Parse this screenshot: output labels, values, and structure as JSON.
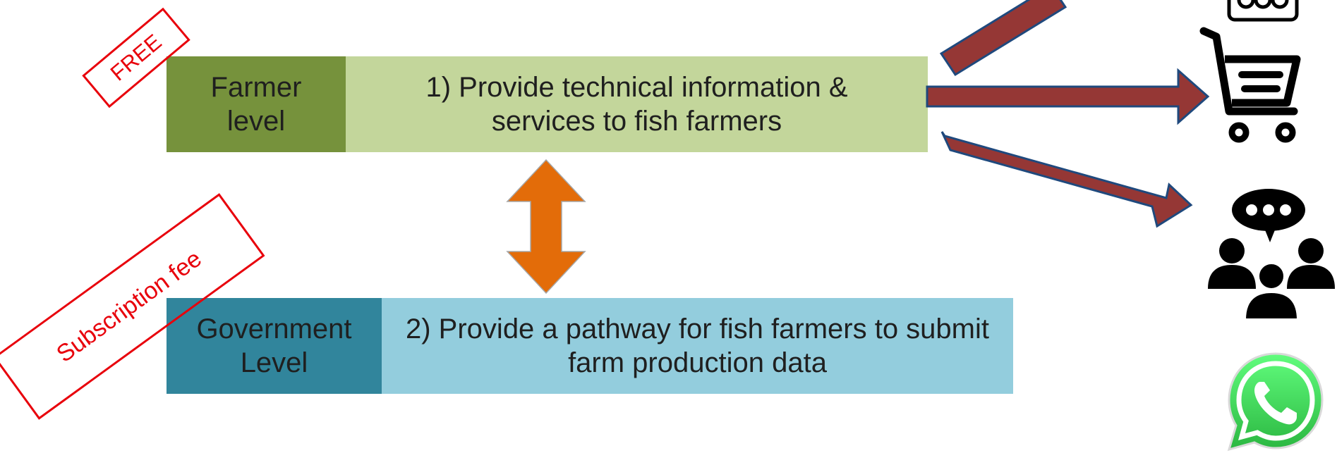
{
  "farmer": {
    "level_label": "Farmer level",
    "description": "1) Provide technical information & services to fish farmers",
    "level_color": "#76923c",
    "description_color": "#c3d69b"
  },
  "government": {
    "level_label": "Government Level",
    "description": "2) Provide a pathway for fish farmers to submit farm production data",
    "level_color": "#31859c",
    "description_color": "#93cddd"
  },
  "stamps": {
    "free": "FREE",
    "subscription": "Subscription fee",
    "color": "#e8000b"
  },
  "arrows": {
    "double_arrow_color": "#e36c09",
    "pointer_fill": "#953735",
    "pointer_stroke": "#1f497d"
  },
  "icons": [
    {
      "name": "price-tag-icon"
    },
    {
      "name": "shopping-cart-icon"
    },
    {
      "name": "discussion-group-icon"
    },
    {
      "name": "whatsapp-icon"
    }
  ]
}
